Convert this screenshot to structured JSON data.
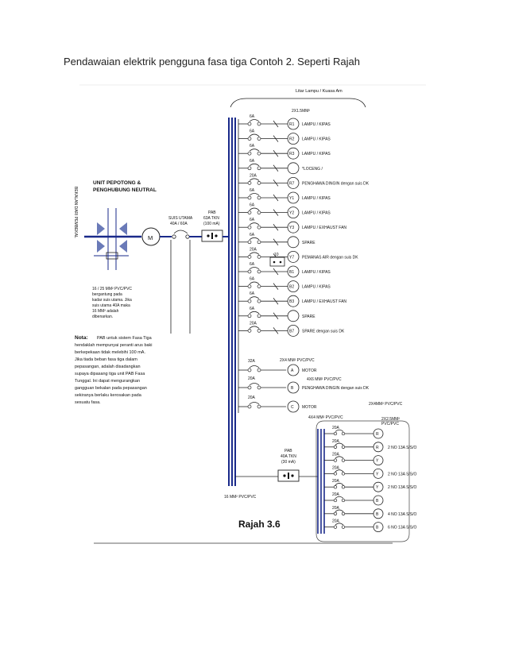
{
  "caption": "Pendawaian elektrik pengguna fasa tiga Contoh 2. Seperti Rajah",
  "diagram": {
    "title_top": "Litar Lampu / Kuasa Am",
    "cable_top": "2X1.5MM²",
    "side_text": "BEKALAN DARI PEMBEKAL",
    "unit_label": [
      "UNIT PEPOTONG &",
      "PENGHUBUNG NEUTRAL"
    ],
    "motor_symbol": "M",
    "main_switch": [
      "SUIS UTAMA",
      "40A / 60A"
    ],
    "pab_main": [
      "PAB",
      "63A TKN",
      "(100 mA)"
    ],
    "cable_note": [
      "16 / 25 MM² PVC/PVC",
      "bergantung pada",
      "kadar suis utama. Jika",
      "suis utama 40A maka",
      "16 MM² adalah",
      "dibenarkan."
    ],
    "nota_title": "Nota:",
    "nota_body": [
      "PAB untuk sistem Fasa Tiga",
      "hendaklah mempunyai peranti arus baki",
      "berkepekaan tidak melebihi 100 mA.",
      "Jika tiada beban fasa tiga dalam",
      "pepasangan, adalah disadangkan",
      "supaya dipasang tiga unit PAB Fasa",
      "Tunggal. Ini dapat mengurangkan",
      "gangguan bekalan pada pepasangan",
      "sekiranya berlaku kerosakan pada",
      "sesuatu fasa."
    ],
    "branches": [
      {
        "rating": "6A",
        "node": "R1",
        "label": "LAMPU / KIPAS"
      },
      {
        "rating": "6A",
        "node": "R2",
        "label": "LAMPU / KIPAS"
      },
      {
        "rating": "6A",
        "node": "R3",
        "label": "LAMPU / KIPAS"
      },
      {
        "rating": "6A",
        "node": "",
        "label": "*LOCENG /"
      },
      {
        "rating": "20A",
        "node": "R7",
        "label": "PENGHAWA DINGIN dengan suis DK"
      },
      {
        "rating": "6A",
        "node": "Y1",
        "label": "LAMPU / KIPAS"
      },
      {
        "rating": "6A",
        "node": "Y2",
        "label": "LAMPU / KIPAS"
      },
      {
        "rating": "6A",
        "node": "Y3",
        "label": "LAMPU / EXHAUST FAN"
      },
      {
        "rating": "6A",
        "node": "",
        "label": "SPARE"
      },
      {
        "rating": "20A",
        "node": "Y7",
        "label": "PEMANAS AIR dengan suis DK"
      },
      {
        "rating": "6A",
        "node": "B1",
        "label": "LAMPU / KIPAS"
      },
      {
        "rating": "6A",
        "node": "B2",
        "label": "LAMPU / KIPAS"
      },
      {
        "rating": "6A",
        "node": "B3",
        "label": "LAMPU / EXHAUST FAN"
      },
      {
        "rating": "6A",
        "node": "",
        "label": "SPARE"
      },
      {
        "rating": "20A",
        "node": "B7",
        "label": "SPARE dengan suis DK"
      }
    ],
    "isolator_10": "10",
    "cable_2x4": "2X4 MM² PVC/PVC",
    "motor_a": {
      "rating": "32A",
      "node": "A",
      "label": "MOTOR"
    },
    "cable_4x6": "4X6 MM² PVC/PVC",
    "aircond_b": {
      "rating": "20A",
      "node": "B",
      "label": "PENGHAWA DINGIN dengan suis DK"
    },
    "motor_c": {
      "rating": "20A",
      "node": "C",
      "label": "MOTOR"
    },
    "cable_4x4": "4X4 MM² PVC/PVC",
    "cable_2x4b": "2X4MM² PVC/PVC",
    "cable_2x2_5": [
      "2X2.5MM²",
      "PVC/PVC"
    ],
    "pab_sub": [
      "PAB",
      "40A TKN",
      "(30 mA)"
    ],
    "cable_16": "16 MM² PVC/PVC",
    "sockets": [
      {
        "node": "R",
        "label": ""
      },
      {
        "node": "R",
        "label": "2 NO 13A S/S/O"
      },
      {
        "node": "Y",
        "label": ""
      },
      {
        "node": "Y",
        "label": "2 NO 13A S/S/O"
      },
      {
        "node": "Y",
        "label": "2 NO 13A S/S/O"
      },
      {
        "node": "B",
        "label": ""
      },
      {
        "node": "B",
        "label": "4 NO 13A S/S/O"
      },
      {
        "node": "B",
        "label": "6 NO 13A S/S/O"
      }
    ],
    "socket_rating": "20A",
    "figure_label": "Rajah 3.6"
  }
}
